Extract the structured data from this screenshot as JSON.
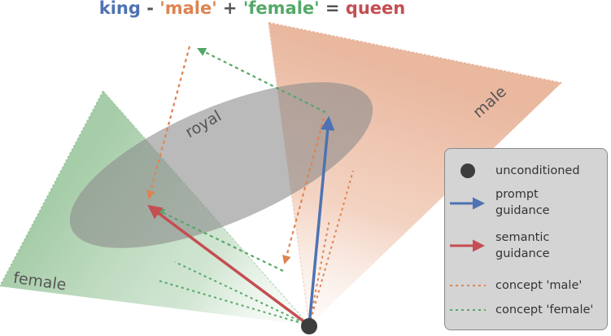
{
  "title": {
    "king": "king",
    "minus": " - ",
    "male": "'male'",
    "plus": " + ",
    "female": "'female'",
    "equals": " = ",
    "queen": "queen"
  },
  "regions": {
    "royal": "royal",
    "male": "male",
    "female": "female"
  },
  "legend": {
    "unconditioned": "unconditioned",
    "prompt_guidance": "prompt\nguidance",
    "semantic_guidance": "semantic\nguidance",
    "concept_male": "concept 'male'",
    "concept_female": "concept 'female'"
  },
  "colors": {
    "blue": "#4e72b3",
    "orange": "#dd8452",
    "green": "#55a868",
    "red": "#c44e52",
    "male_region": "#e8b49a",
    "female_region": "#9cc79f",
    "royal_region": "#8c8c8c"
  }
}
